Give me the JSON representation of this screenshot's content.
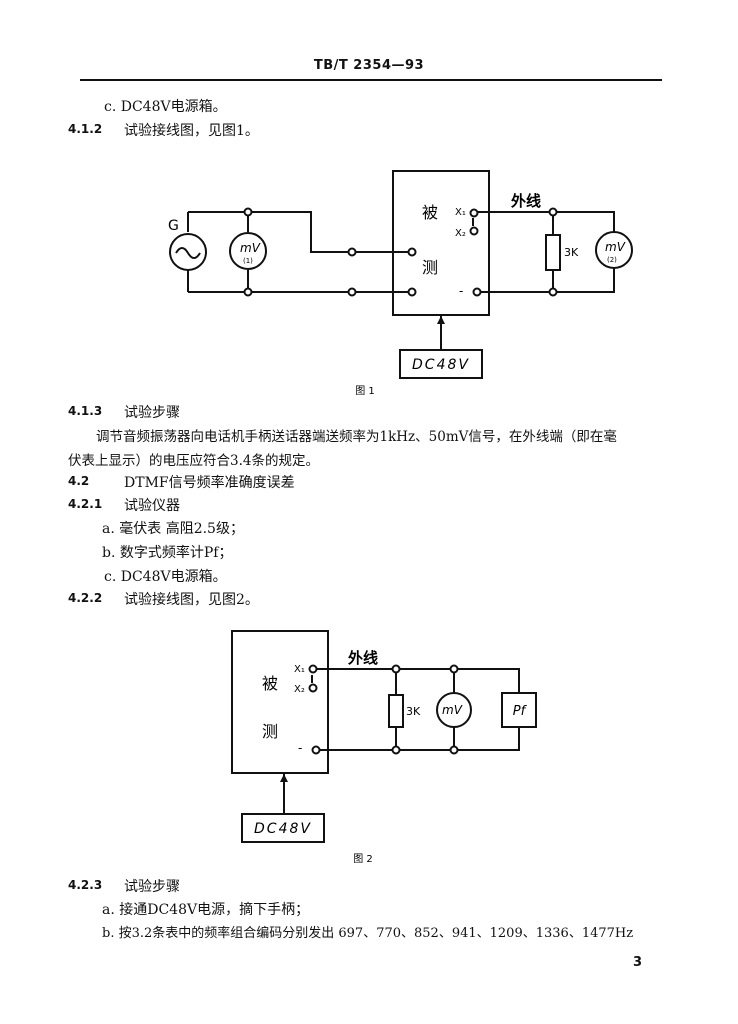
{
  "header": {
    "standard_id": "TB/T 2354—93"
  },
  "section_top": {
    "item_c": "c. DC48V电源箱。",
    "s412_num": "4.1.2",
    "s412_text": "试验接线图，见图1。"
  },
  "figure1": {
    "source_label": "G",
    "meter1_label": "mV",
    "meter1_sub": "(1)",
    "dut_label_1": "被",
    "dut_label_2": "测",
    "x1_label": "X₁",
    "x2_label": "X₂",
    "minus_label": "-",
    "line_label": "外线",
    "resistor_label": "3K",
    "meter2_label": "mV",
    "meter2_sub": "(2)",
    "power_label": "DC48V",
    "caption": "图 1"
  },
  "section_413": {
    "num": "4.1.3",
    "title": "试验步骤",
    "para_line1": "调节音频振荡器向电话机手柄送话器端送频率为1kHz、50mV信号，在外线端（即在毫",
    "para_line2": "伏表上显示）的电压应符合3.4条的规定。"
  },
  "section_42": {
    "num": "4.2",
    "title": "DTMF信号频率准确度误差"
  },
  "section_421": {
    "num": "4.2.1",
    "title": "试验仪器",
    "item_a": "a. 毫伏表  高阻2.5级；",
    "item_b": "b. 数字式频率计Pf；",
    "item_c": "c. DC48V电源箱。"
  },
  "section_422": {
    "num": "4.2.2",
    "text": "试验接线图，见图2。"
  },
  "figure2": {
    "dut_label_1": "被",
    "dut_label_2": "测",
    "x1_label": "X₁",
    "x2_label": "X₂",
    "minus_label": "-",
    "line_label": "外线",
    "resistor_label": "3K",
    "meter_label": "mV",
    "counter_label": "Pf",
    "power_label": "DC48V",
    "caption": "图 2"
  },
  "section_423": {
    "num": "4.2.3",
    "title": "试验步骤",
    "item_a": "a. 接通DC48V电源，摘下手柄；",
    "item_b": "b. 按3.2条表中的频率组合编码分别发出 697、770、852、941、1209、1336、1477Hz"
  },
  "footer": {
    "page_number": "3"
  }
}
